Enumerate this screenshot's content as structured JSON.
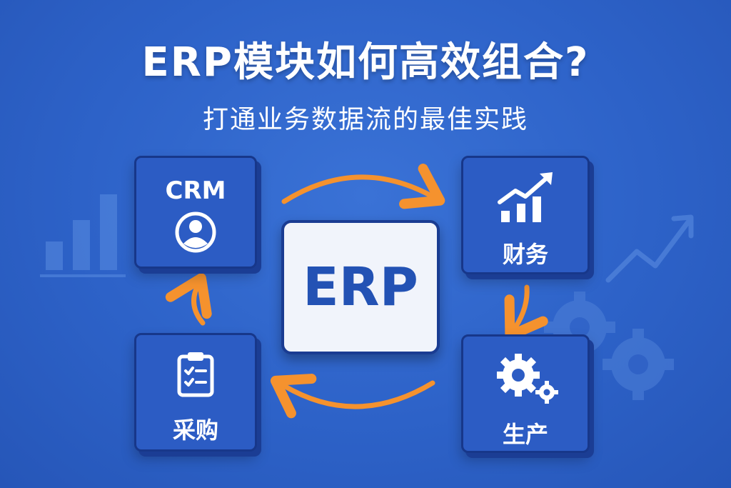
{
  "header": {
    "title": "ERP模块如何高效组合?",
    "subtitle": "打通业务数据流的最佳实践"
  },
  "center": {
    "label": "ERP"
  },
  "modules": {
    "crm": {
      "label": "CRM",
      "icon": "user-icon"
    },
    "finance": {
      "label": "财务",
      "icon": "chart-up-icon"
    },
    "production": {
      "label": "生产",
      "icon": "gears-icon"
    },
    "procurement": {
      "label": "采购",
      "icon": "clipboard-icon"
    }
  },
  "colors": {
    "background": "#2d62c8",
    "card": "#2c5cc4",
    "card_border": "#17378a",
    "center_card": "#f1f4fb",
    "center_text": "#2352b4",
    "arrow": "#f5922e"
  }
}
